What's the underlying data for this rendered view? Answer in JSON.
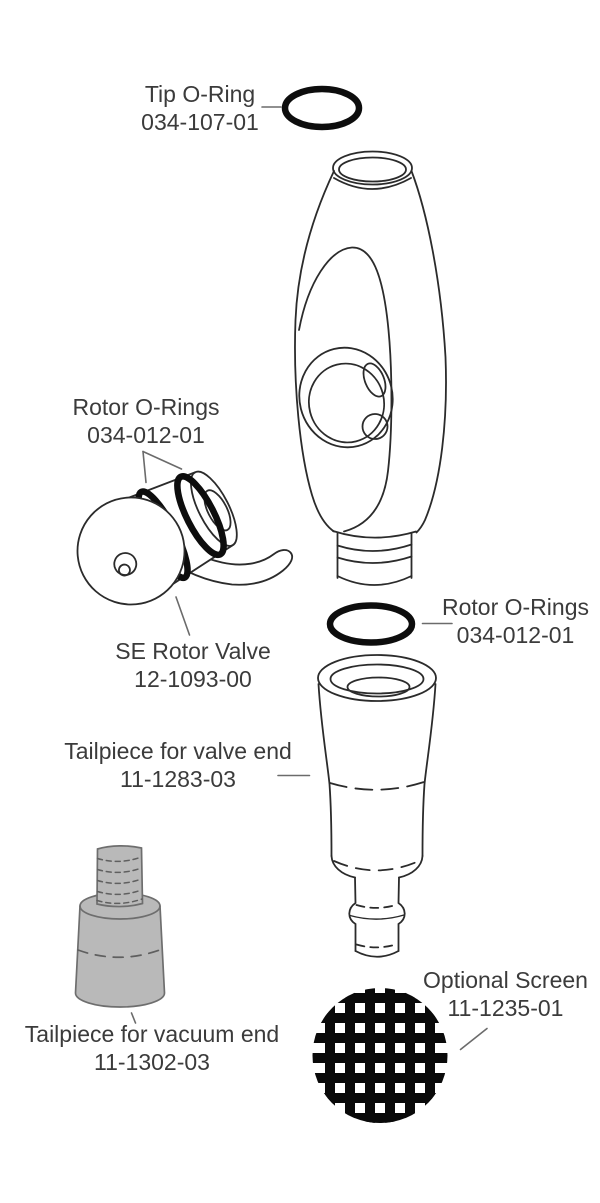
{
  "diagram": {
    "type": "exploded-parts-diagram",
    "subject": "SE rotor valve assembly with o-rings, tailpieces and optional screen",
    "labels": {
      "tip_o_ring": {
        "name": "Tip O-Ring",
        "part_number": "034-107-01"
      },
      "rotor_o_rings_left": {
        "name": "Rotor O-Rings",
        "part_number": "034-012-01"
      },
      "se_rotor_valve": {
        "name": "SE Rotor Valve",
        "part_number": "12-1093-00"
      },
      "rotor_o_rings_right": {
        "name": "Rotor O-Rings",
        "part_number": "034-012-01"
      },
      "tailpiece_valve_end": {
        "name": "Tailpiece for valve end",
        "part_number": "11-1283-03"
      },
      "tailpiece_vacuum_end": {
        "name": "Tailpiece for vacuum end",
        "part_number": "11-1302-03"
      },
      "optional_screen": {
        "name": "Optional Screen",
        "part_number": "11-1235-01"
      }
    },
    "colors": {
      "background": "#ffffff",
      "line_art": "#2b2b2b",
      "text": "#3b3b3b",
      "o_ring": "#0d0d0d",
      "mesh": "#0a0a0a",
      "gray_fill": "#b9b9b9",
      "gray_stroke": "#6e6e6e",
      "leader_line": "#6b6b6b"
    }
  }
}
